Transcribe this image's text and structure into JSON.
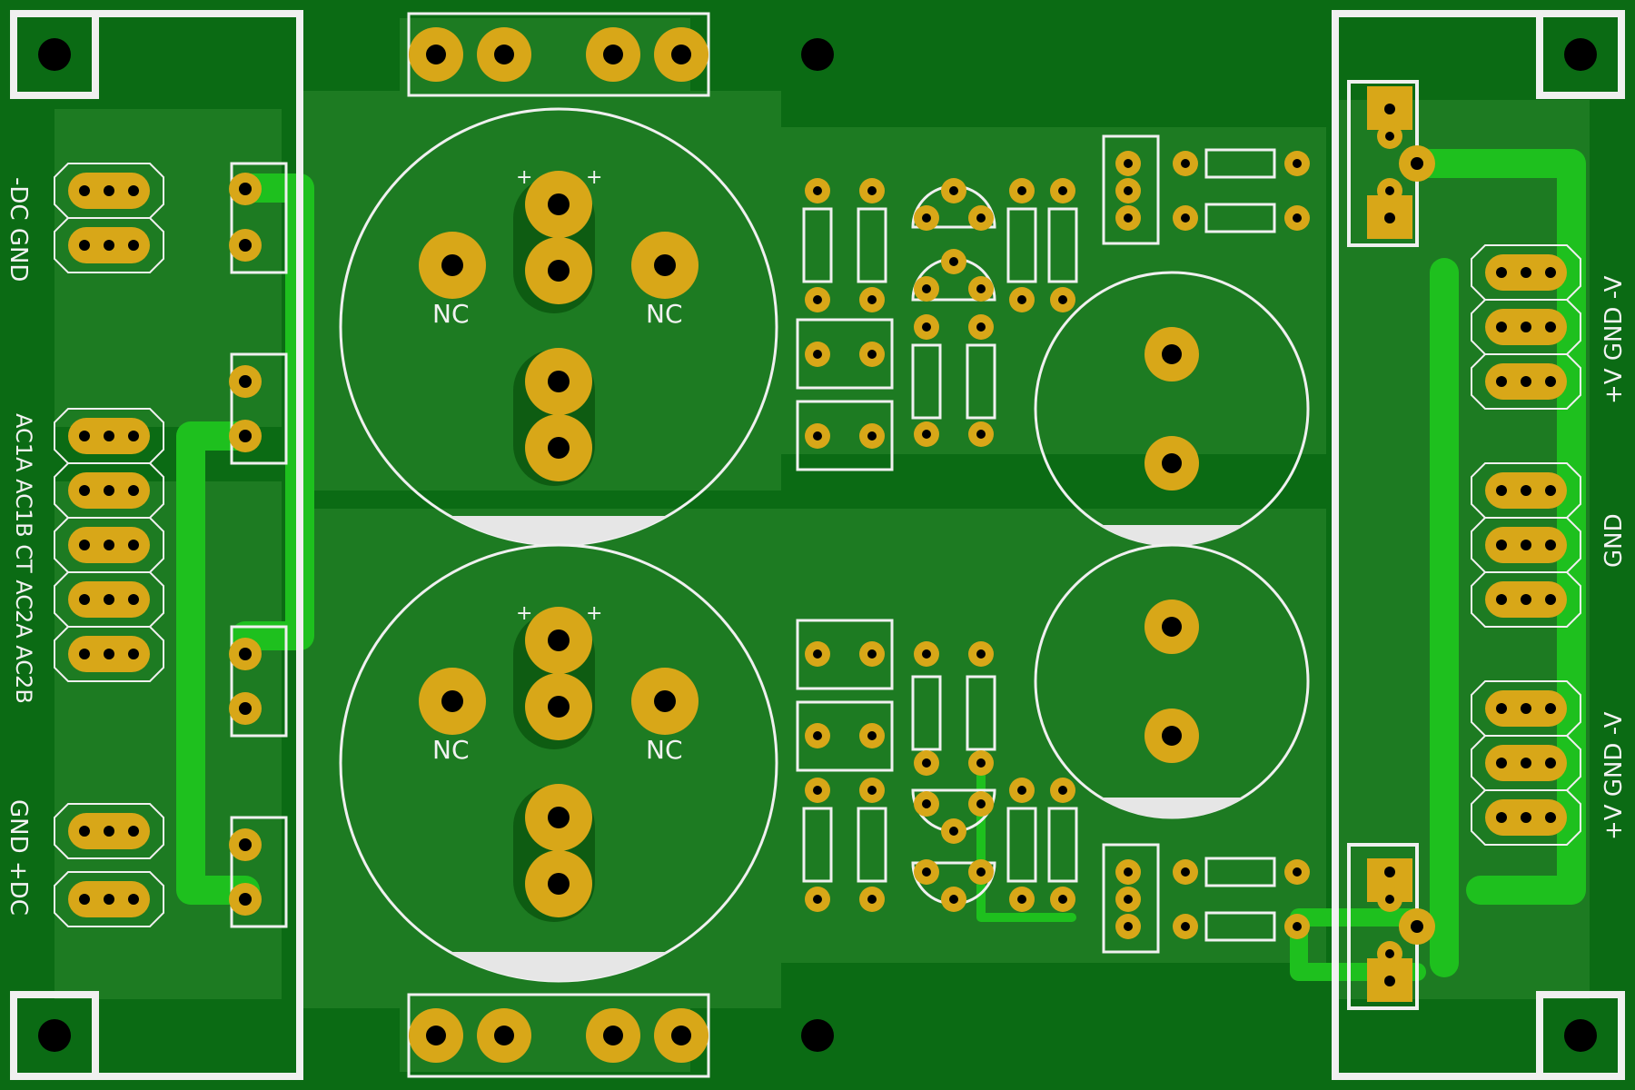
{
  "board": {
    "colors": {
      "substrate": "#0b6b14",
      "copper_pour": "#1d7b22",
      "trace_top": "#1ec01e",
      "trace_bottom": "#179c1f",
      "pad": "#d8a718",
      "drill": "#000000",
      "silkscreen": "#f0f0f0"
    }
  },
  "labels": {
    "dc_in_top": "-DC GND",
    "ac_in": "AC1A AC1B CT AC2A AC2B",
    "dc_in_bottom": "GND +DC",
    "out_top": "+V GND -V",
    "out_middle": "GND",
    "out_bottom": "+V GND -V",
    "nc": "NC",
    "polarity": "+"
  }
}
